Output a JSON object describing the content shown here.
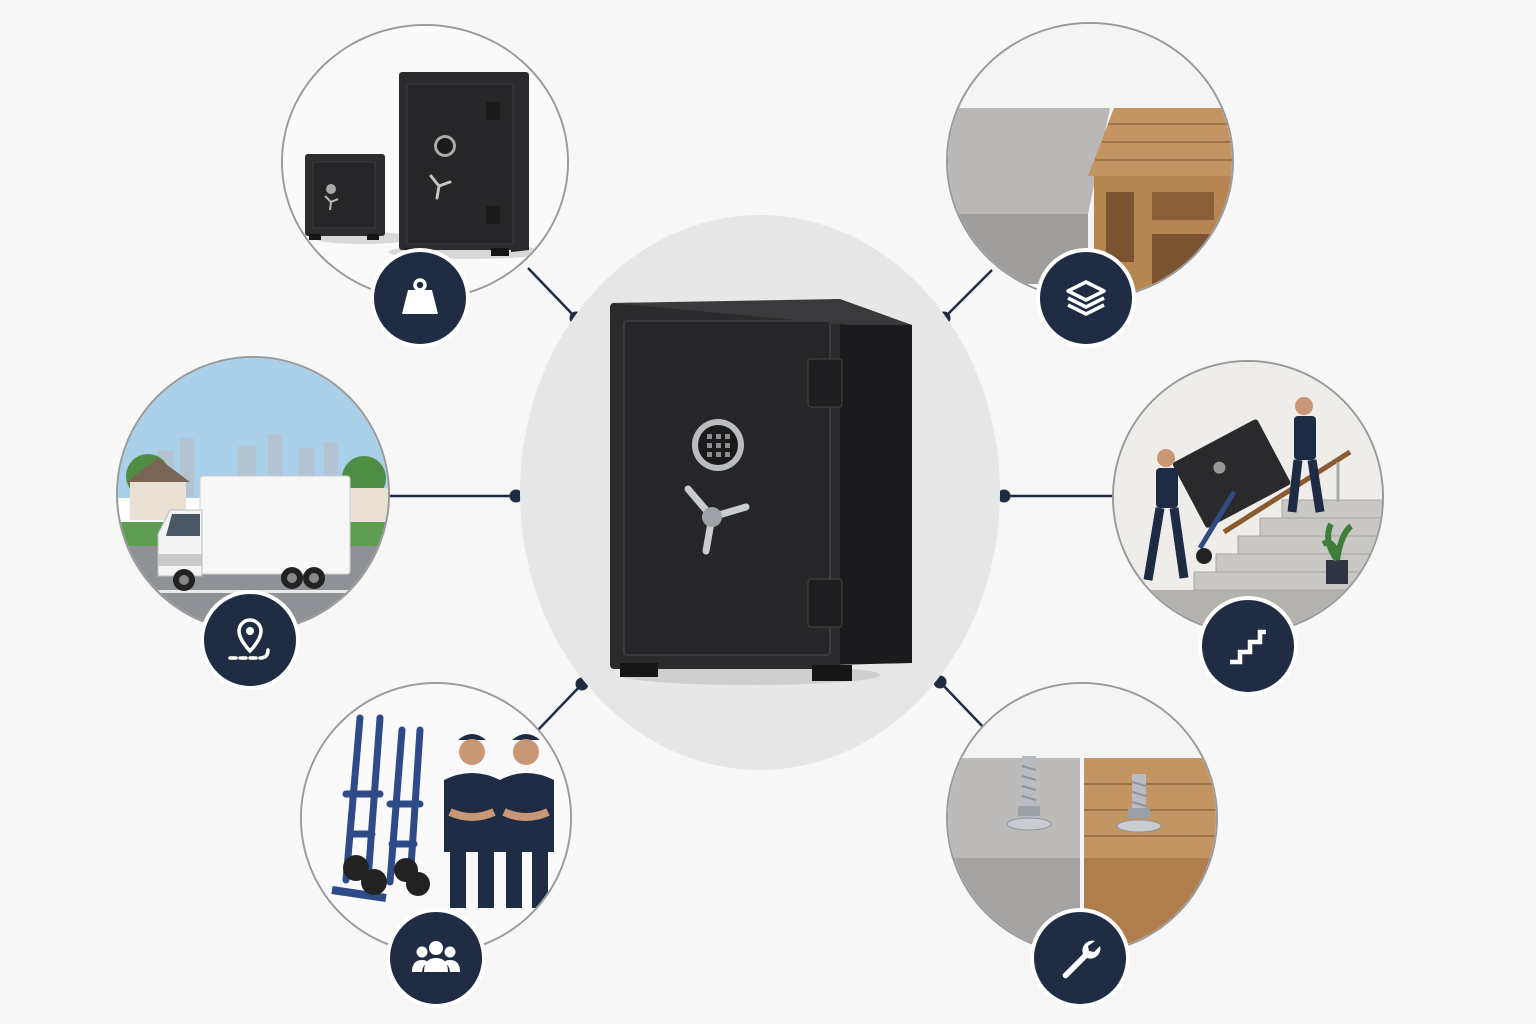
{
  "center": {
    "icon": "safe-icon"
  },
  "nodes": [
    {
      "id": "size-weight",
      "icon": "weight-icon",
      "scene": "two-safes-sizes"
    },
    {
      "id": "floor-type",
      "icon": "layers-icon",
      "scene": "concrete-and-wood-floor"
    },
    {
      "id": "location-distance",
      "icon": "map-pin-route-icon",
      "scene": "moving-truck-street"
    },
    {
      "id": "stairs-access",
      "icon": "stairs-icon",
      "scene": "movers-carrying-safe-upstairs"
    },
    {
      "id": "crew-equipment",
      "icon": "team-icon",
      "scene": "movers-with-dollies"
    },
    {
      "id": "anchoring",
      "icon": "wrench-icon",
      "scene": "anchor-bolts-concrete-wood"
    }
  ],
  "colors": {
    "badge": "#1f2c44",
    "connector": "#1f2c44",
    "ring": "#9a9a9a",
    "safe": "#2a2a2c",
    "background": "#f7f7f7"
  }
}
